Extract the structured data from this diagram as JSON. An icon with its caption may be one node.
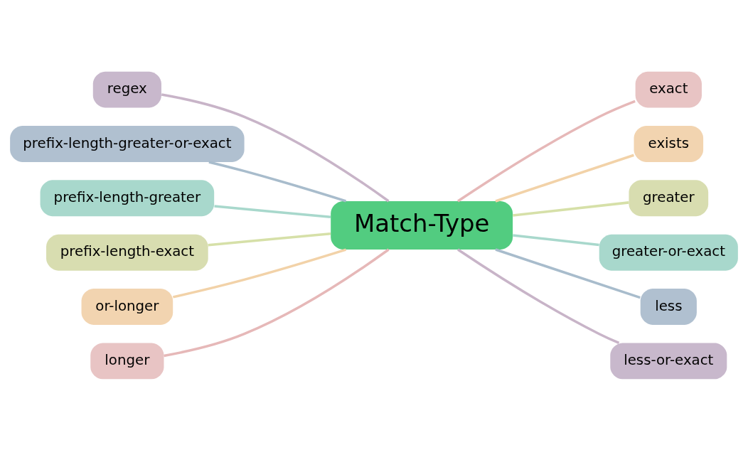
{
  "diagram": {
    "nodes": [
      {
        "text": [
          "Match-Type"
        ]
      },
      {
        "text": [
          "exact"
        ]
      },
      {
        "text": [
          "exists"
        ]
      },
      {
        "text": [
          "greater"
        ]
      },
      {
        "text": [
          "greater-or-exact"
        ]
      },
      {
        "text": [
          "less"
        ]
      },
      {
        "text": [
          "less-or-exact"
        ]
      },
      {
        "text": [
          "regex"
        ]
      },
      {
        "text": [
          "prefix-length-greater-or-exact"
        ]
      },
      {
        "text": [
          "prefix-length-greater"
        ]
      },
      {
        "text": [
          "prefix-length-exact"
        ]
      },
      {
        "text": [
          "or-longer"
        ]
      },
      {
        "text": [
          "longer"
        ]
      }
    ],
    "edges": [
      {
        "from": 0,
        "to": 1,
        "arrow": "none",
        "color": "#e6b8b8"
      },
      {
        "from": 0,
        "to": 2,
        "arrow": "none",
        "color": "#f2d2a8"
      },
      {
        "from": 0,
        "to": 3,
        "arrow": "none",
        "color": "#d6e0a8"
      },
      {
        "from": 0,
        "to": 4,
        "arrow": "none",
        "color": "#a8d8cc"
      },
      {
        "from": 0,
        "to": 5,
        "arrow": "none",
        "color": "#a8bccc"
      },
      {
        "from": 0,
        "to": 6,
        "arrow": "none",
        "color": "#c8b4c8"
      },
      {
        "from": 7,
        "to": 0,
        "arrow": "none",
        "color": "#c8b4c8"
      },
      {
        "from": 8,
        "to": 0,
        "arrow": "none",
        "color": "#a8bccc"
      },
      {
        "from": 9,
        "to": 0,
        "arrow": "none",
        "color": "#a8d8cc"
      },
      {
        "from": 10,
        "to": 0,
        "arrow": "none",
        "color": "#d6e0a8"
      },
      {
        "from": 11,
        "to": 0,
        "arrow": "none",
        "color": "#f2d2a8"
      },
      {
        "from": 12,
        "to": 0,
        "arrow": "none",
        "color": "#e6b8b8"
      }
    ]
  }
}
